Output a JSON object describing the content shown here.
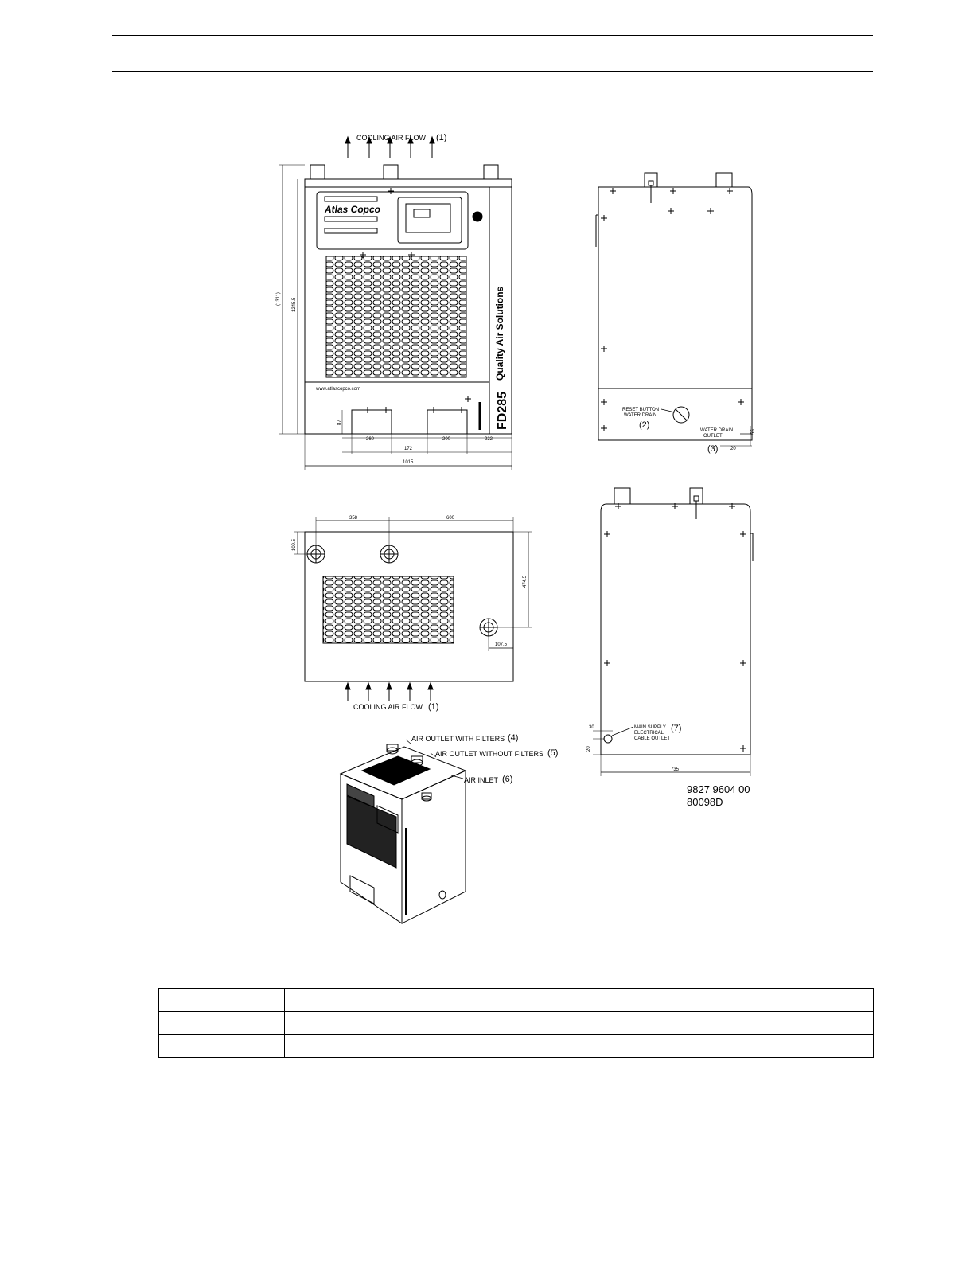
{
  "drawing": {
    "cooling_air_flow_top": "COOLING AIR FLOW",
    "cooling_air_flow_bottom": "COOLING AIR FLOW",
    "ref_1": "(1)",
    "ref_2": "(2)",
    "ref_3": "(3)",
    "ref_4": "(4)",
    "ref_5": "(5)",
    "ref_6": "(6)",
    "ref_7": "(7)",
    "reset_button_line1": "RESET BUTTON",
    "reset_button_line2": "WATER DRAIN",
    "water_drain_line1": "WATER DRAIN",
    "water_drain_line2": "OUTLET",
    "air_outlet_with_filters": "AIR OUTLET WITH FILTERS",
    "air_outlet_without_filters": "AIR OUTLET WITHOUT FILTERS",
    "air_inlet": "AIR INLET",
    "main_supply_line1": "MAIN SUPPLY",
    "main_supply_line2": "ELECTRICAL",
    "main_supply_line3": "CABLE OUTLET",
    "doc_number": "9827 9604 00",
    "doc_revision": "80098D",
    "brand": "Atlas Copco",
    "model": "FD285",
    "slogan": "Quality Air Solutions",
    "website": "www.atlascopco.com",
    "dimensions": {
      "height_total": "(1311)",
      "height_body": "1245.5",
      "width_total": "1015",
      "foot_260": "260",
      "foot_172": "172",
      "foot_200": "200",
      "foot_222": "222",
      "foot_height": "87",
      "top_358": "358",
      "top_600": "600",
      "top_109": "109.5",
      "top_474": "474.5",
      "top_107": "107.5",
      "side_735": "735",
      "side_30": "30",
      "side_20": "20",
      "drain_20": "20",
      "drain_55": "55"
    }
  },
  "legend_table": {
    "rows": [
      {
        "c1": "",
        "c2": ""
      },
      {
        "c1": "",
        "c2": ""
      },
      {
        "c1": "",
        "c2": ""
      }
    ]
  }
}
